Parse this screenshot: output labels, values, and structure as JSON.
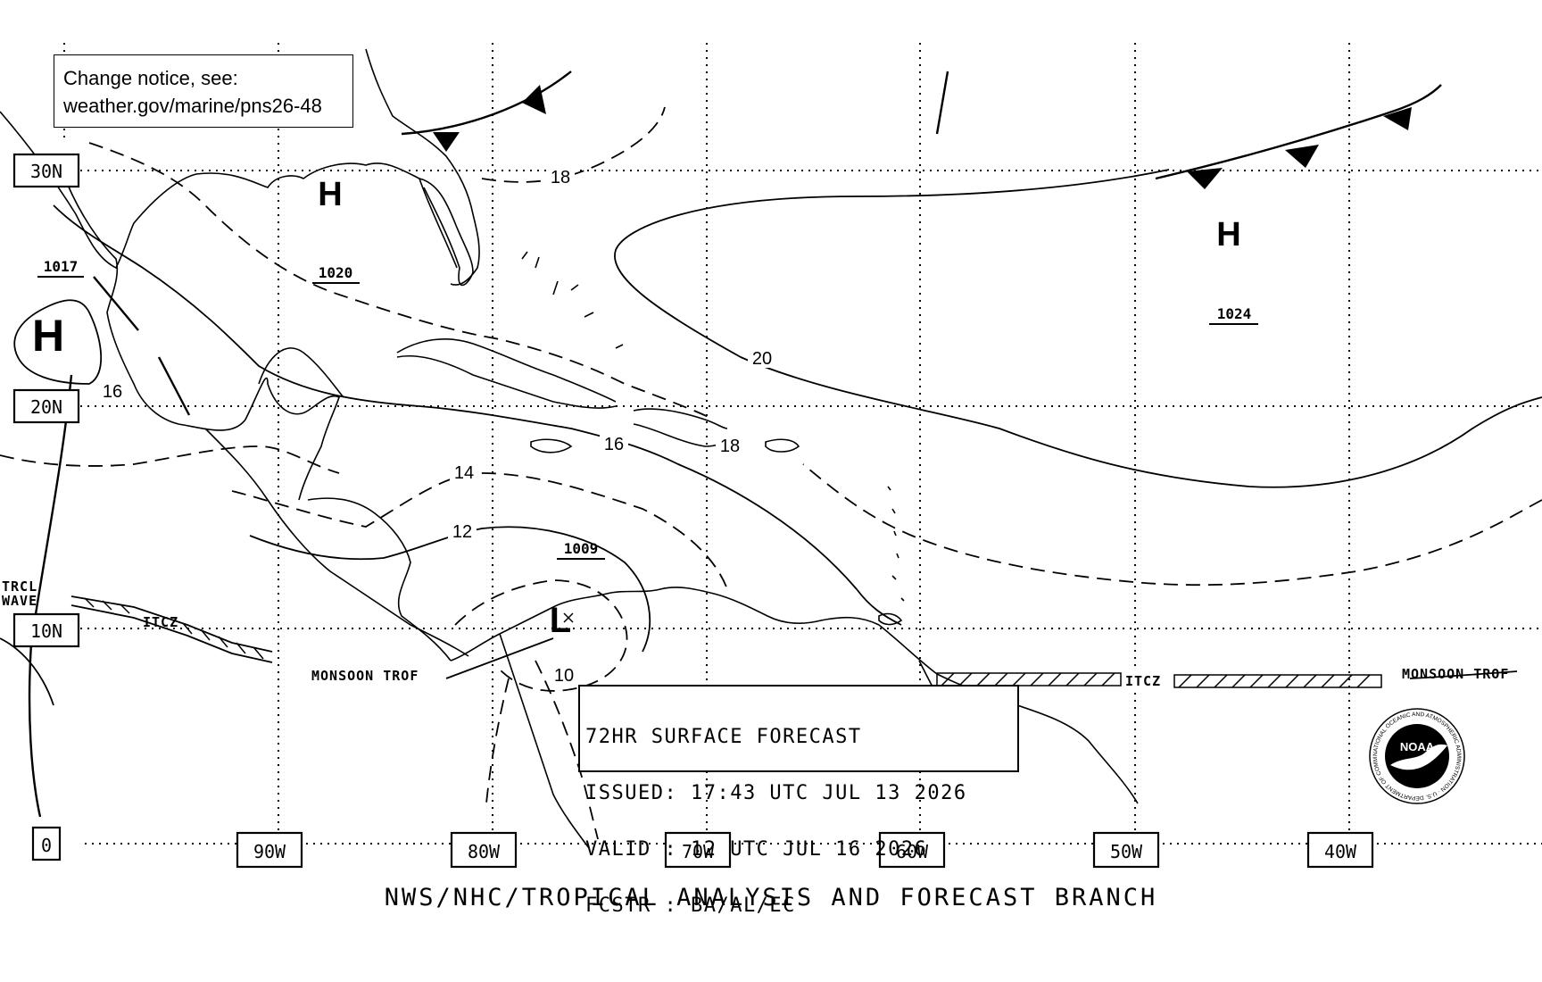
{
  "notice": {
    "line1": "Change notice, see:",
    "line2": "weather.gov/marine/pns26-48"
  },
  "latitudes": [
    "30N",
    "20N",
    "10N",
    "0"
  ],
  "longitudes": [
    "90W",
    "80W",
    "70W",
    "60W",
    "50W",
    "40W"
  ],
  "systems": {
    "highs": [
      {
        "label": "H",
        "pressure": "1020"
      },
      {
        "label": "H",
        "pressure": "1017"
      },
      {
        "label": "H",
        "pressure": "1024"
      }
    ],
    "lows": [
      {
        "label": "L",
        "pressure": "1009"
      }
    ]
  },
  "isobar_labels": [
    "18",
    "20",
    "16",
    "16",
    "18",
    "14",
    "12",
    "10"
  ],
  "features": {
    "tropical_wave": [
      "TRCL",
      "WAVE"
    ],
    "itcz_west": "ITCZ",
    "itcz_east": "ITCZ",
    "monsoon_west": "MONSOON TROF",
    "monsoon_east": "MONSOON TROF"
  },
  "forecast_box": {
    "line1": "72HR SURFACE FORECAST",
    "line2": "ISSUED: 17:43 UTC JUL 13 2026",
    "line3": "VALID : 12 UTC JUL 16 2026",
    "line4": "FCSTR : BA/AL/EC"
  },
  "logo": {
    "text": "NOAA",
    "ring_text": "NATIONAL OCEANIC AND ATMOSPHERIC ADMINISTRATION · U.S. DEPARTMENT OF COMMERCE"
  },
  "credit": "NWS/NHC/TROPICAL ANALYSIS AND FORECAST BRANCH"
}
